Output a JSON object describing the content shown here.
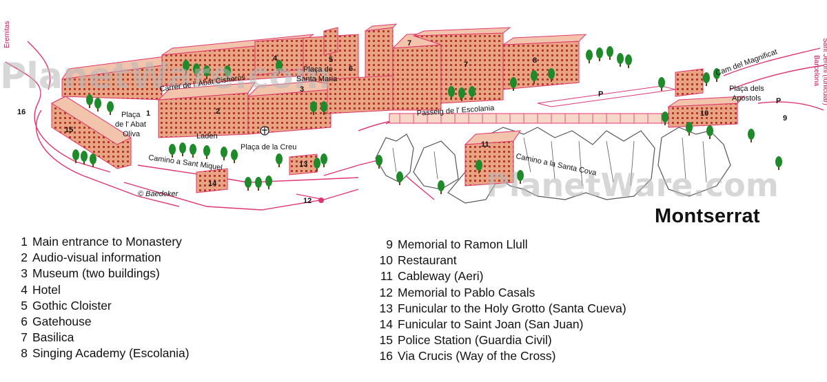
{
  "map": {
    "title": "Montserrat",
    "watermark": "PlanetWare.com",
    "credit": "© Baedeker",
    "colors": {
      "road": "#e0356e",
      "building": "#e9a583",
      "roof": "#f2c4ab",
      "window": "#b2372d",
      "tree": "#1f8a2a",
      "rock": "#555555"
    },
    "place_labels": {
      "eremitas": "Eremitas",
      "barcelona": "Barcelona",
      "sant_jeroni": "Sant Jeroni (funicular)",
      "cami_magnificat": "Cam del Magnificat",
      "carrer_abat_cisneros": "Carrer de l' Abat Cisneros",
      "placa_santa_maria_1": "Plaça de",
      "placa_santa_maria_2": "Santa Maria",
      "placa_abat_oliva_1": "Plaça",
      "placa_abat_oliva_2": "de l' Abat",
      "placa_abat_oliva_3": "Oliva",
      "laden": "Laden",
      "placa_creu": "Plaça de la Creu",
      "camino_sant_miquel": "Camino a Sant Miquel",
      "passeig_escolania": "Passeig de l' Escolania",
      "placa_apostols_1": "Plaça dels",
      "placa_apostols_2": "Apostols",
      "camino_santa_cova": "Camino a la Santa Cova",
      "parking": "P"
    },
    "markers": [
      "1",
      "2",
      "3",
      "4",
      "5",
      "6",
      "7",
      "7",
      "8",
      "9",
      "10",
      "11",
      "12",
      "13",
      "14",
      "15",
      "16"
    ]
  },
  "legend": {
    "left": [
      {
        "num": "1",
        "text": "Main entrance to Monastery"
      },
      {
        "num": "2",
        "text": "Audio-visual information"
      },
      {
        "num": "3",
        "text": "Museum (two buildings)"
      },
      {
        "num": "4",
        "text": "Hotel"
      },
      {
        "num": "5",
        "text": "Gothic Cloister"
      },
      {
        "num": "6",
        "text": "Gatehouse"
      },
      {
        "num": "7",
        "text": "Basilica"
      },
      {
        "num": "8",
        "text": "Singing Academy (Escolania)"
      }
    ],
    "right": [
      {
        "num": "9",
        "text": "Memorial to Ramon Llull"
      },
      {
        "num": "10",
        "text": "Restaurant"
      },
      {
        "num": "11",
        "text": "Cableway (Aeri)"
      },
      {
        "num": "12",
        "text": "Memorial to Pablo Casals"
      },
      {
        "num": "13",
        "text": "Funicular to the Holy Grotto (Santa Cueva)"
      },
      {
        "num": "14",
        "text": "Funicular to Saint Joan (San Juan)"
      },
      {
        "num": "15",
        "text": "Police Station (Guardia Civil)"
      },
      {
        "num": "16",
        "text": "Via Crucis (Way of the Cross)"
      }
    ]
  }
}
